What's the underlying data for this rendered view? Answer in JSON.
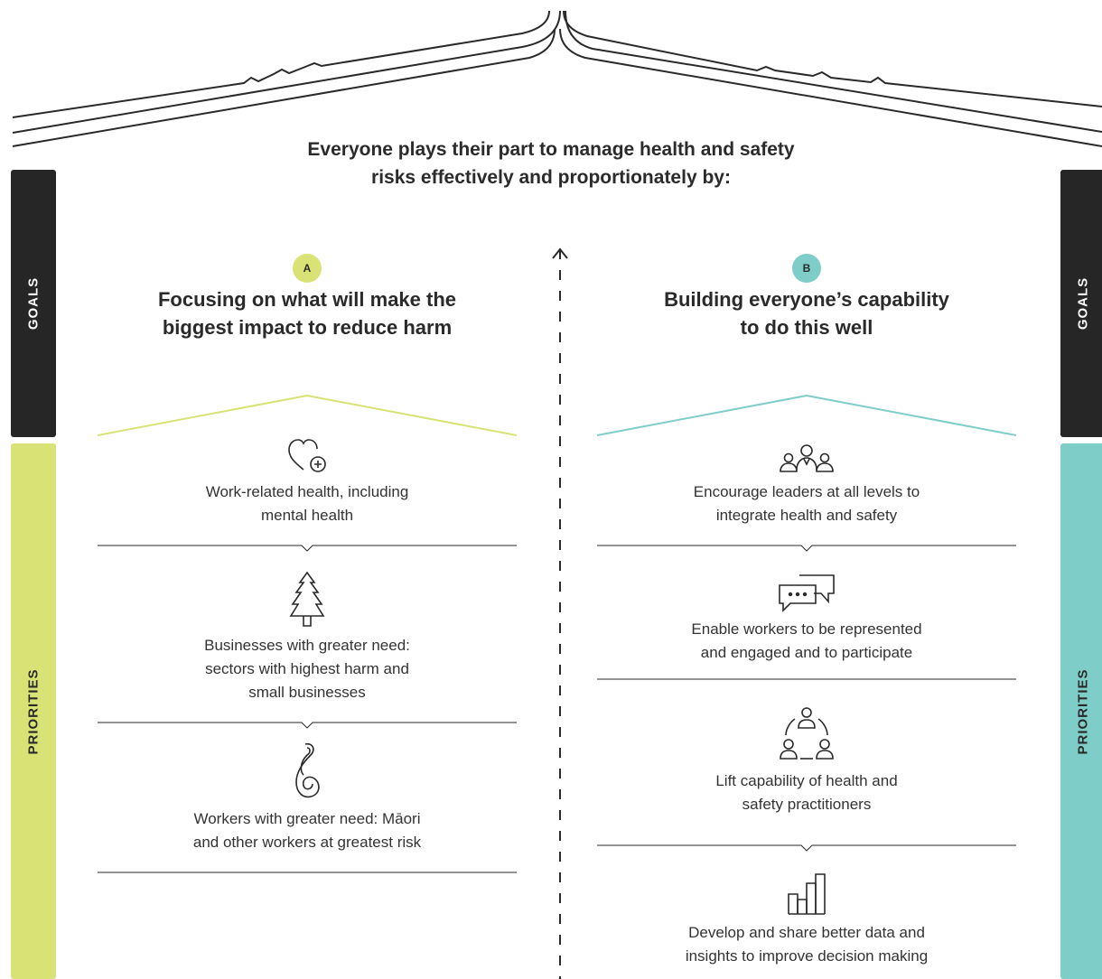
{
  "headline": {
    "line1": "Everyone plays their part to manage health and safety",
    "line2": "risks effectively and proportionately by:"
  },
  "side_labels": {
    "goals": "GOALS",
    "priorities": "PRIORITIES"
  },
  "colors": {
    "dark": "#262626",
    "goal_a": "#d9e275",
    "goal_b": "#7ecdc8",
    "text": "#2a2a2a"
  },
  "goal_a": {
    "badge": "A",
    "title_line1": "Focusing on what will make the",
    "title_line2": "biggest impact to reduce harm",
    "priorities": [
      {
        "icon": "heart-plus-icon",
        "lines": [
          "Work-related health, including",
          "mental health"
        ]
      },
      {
        "icon": "tree-icon",
        "lines": [
          "Businesses with greater need:",
          "sectors with highest harm and",
          "small businesses"
        ]
      },
      {
        "icon": "hei-matau-icon",
        "lines": [
          "Workers with greater need: Māori",
          "and other workers at greatest risk"
        ]
      }
    ]
  },
  "goal_b": {
    "badge": "B",
    "title_line1": "Building everyone’s capability",
    "title_line2": "to do this well",
    "priorities": [
      {
        "icon": "leaders-group-icon",
        "lines": [
          "Encourage leaders at all levels to",
          "integrate health and safety"
        ]
      },
      {
        "icon": "chat-bubbles-icon",
        "lines": [
          "Enable workers to be represented",
          "and engaged and to participate"
        ]
      },
      {
        "icon": "network-people-icon",
        "lines": [
          "Lift capability of health and",
          "safety practitioners"
        ]
      },
      {
        "icon": "bar-chart-icon",
        "lines": [
          "Develop and share better data and",
          "insights to improve decision making"
        ]
      }
    ]
  }
}
